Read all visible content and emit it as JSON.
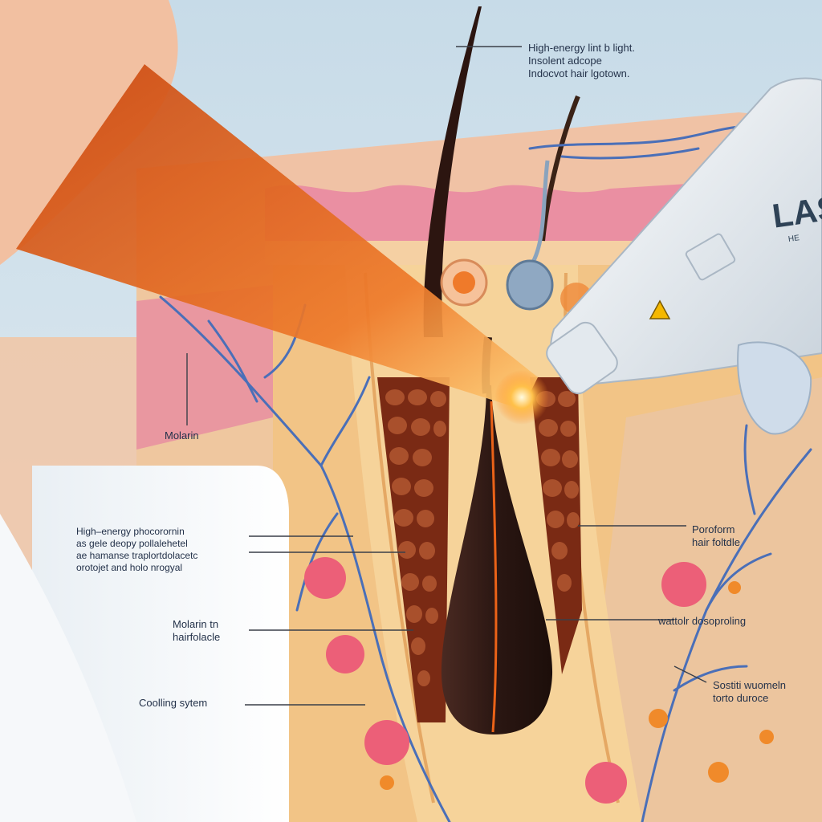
{
  "labels": {
    "top_right": [
      "High-energy lint b light.",
      "Insolent adcope",
      "Indocvot hair lgotown."
    ],
    "melanin": "Molarin",
    "photothermal": [
      "High–energy phocorornin",
      "as gele deopy pollalehetel",
      "ae hamanse traplortdolacetc",
      "orotojet and holo nrogyal"
    ],
    "melanin_follicle": [
      "Molarin tn",
      "hairfolacle"
    ],
    "cooling": "Coolling sytem",
    "porous_follicle": [
      "Poroform",
      "hair foltdle"
    ],
    "matrix": "wattolr dosoproling",
    "scattering": [
      "Sostiti wuomeln",
      "torto duroce"
    ]
  },
  "device": {
    "brand": "LAS",
    "subtext": "HE"
  },
  "colors": {
    "laser_beam": "#e4611d",
    "skin_surface": "#f3c3a8",
    "epidermis": "#ea8fa2",
    "dermis": "#f2c486",
    "hair": "#2c1510",
    "vessel": "#4a6fb8",
    "background": "#cfe0ea",
    "device": "#eef2f5"
  }
}
